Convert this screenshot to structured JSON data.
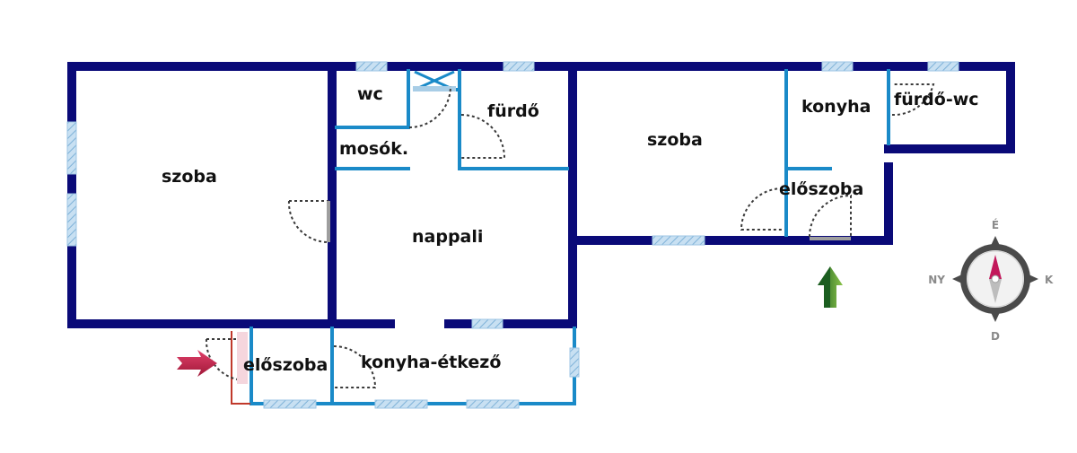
{
  "rooms": {
    "szoba_left": "szoba",
    "wc": "wc",
    "mosok": "mosók.",
    "furdo": "fürdő",
    "nappali": "nappali",
    "eloszoba_bottom": "előszoba",
    "konyha_etkezo": "konyha-étkező",
    "szoba_right": "szoba",
    "konyha": "konyha",
    "furdo_wc": "fürdő-wc",
    "eloszoba_right": "előszoba"
  },
  "compass": {
    "north": "É",
    "east": "K",
    "south": "D",
    "west": "NY"
  },
  "colors": {
    "outer_wall": "#0a0a78",
    "inner_wall": "#1a8ac8",
    "window": "#a8cde6",
    "door_swing": "#3a3a3a",
    "entrance_arrow": "#c0204a",
    "north_arrow": "#2e7d32",
    "compass_ring": "#4a4a4a",
    "compass_needle_north": "#c2185b"
  }
}
